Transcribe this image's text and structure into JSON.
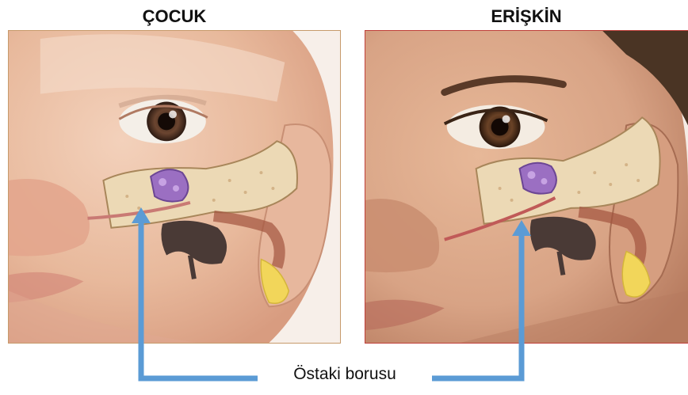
{
  "panels": {
    "child": {
      "title": "ÇOCUK"
    },
    "adult": {
      "title": "ERİŞKİN"
    }
  },
  "caption": "Östaki borusu",
  "colors": {
    "arrow": "#5b9bd5",
    "child_skin": "#eac0a4",
    "adult_skin": "#d8a385",
    "bone": "#ecd9b5",
    "ossicles": "#9b6fc2",
    "cochlea_dark": "#4a3a36",
    "lobe_yellow": "#f2d65a"
  }
}
